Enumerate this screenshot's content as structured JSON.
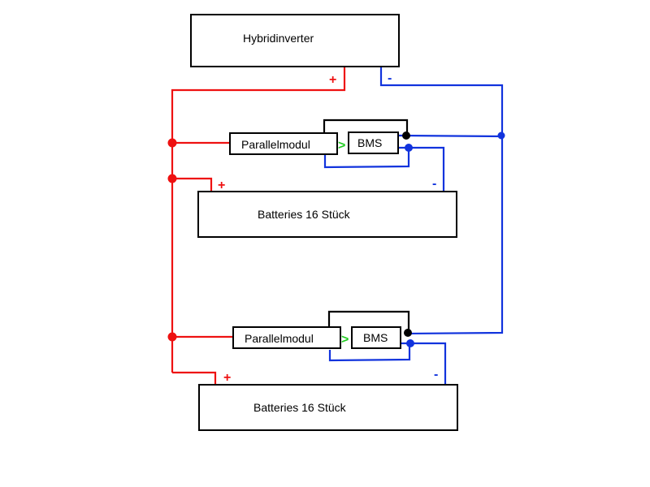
{
  "diagram": {
    "title": "Battery wiring schematic",
    "inverter": {
      "label": "Hybridinverter",
      "plus": "+",
      "minus": "-"
    },
    "groups": [
      {
        "parallel_module": "Parallelmodul",
        "arrow": ">",
        "bms": "BMS",
        "battery": "Batteries 16 Stück",
        "plus": "+",
        "minus": "-"
      },
      {
        "parallel_module": "Parallelmodul",
        "arrow": ">",
        "bms": "BMS",
        "battery": "Batteries 16 Stück",
        "plus": "+",
        "minus": "-"
      }
    ],
    "colors": {
      "positive": "#ee1111",
      "negative": "#1133dd",
      "signal": "#000000",
      "arrow": "#22cc22",
      "box_border": "#000000"
    }
  }
}
